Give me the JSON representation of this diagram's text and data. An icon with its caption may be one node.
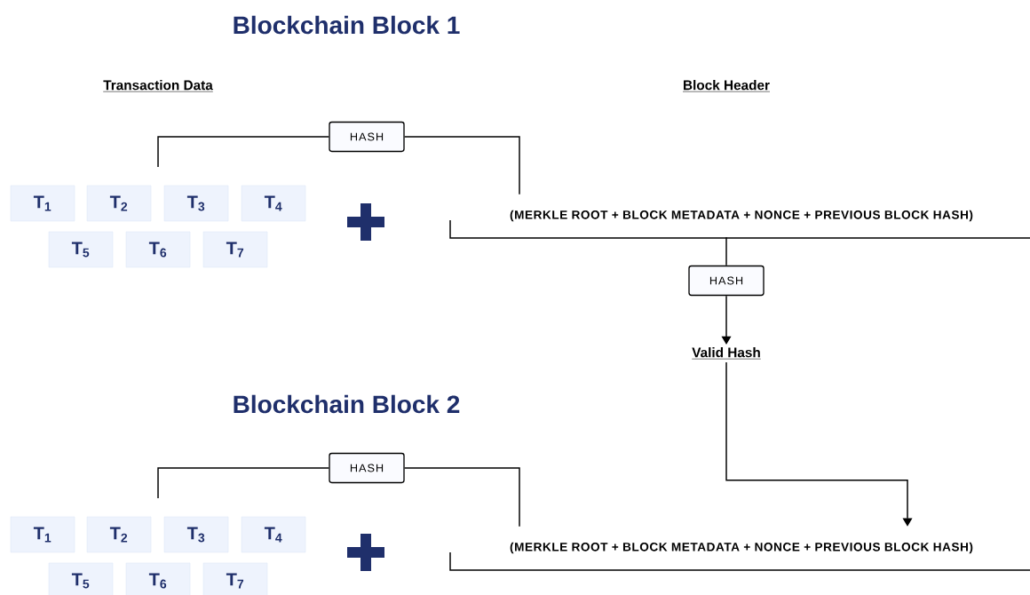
{
  "diagram": {
    "nodes": [
      {
        "text": [
          "T$_{1}$"
        ]
      },
      {
        "text": [
          "T$_{2}$"
        ]
      },
      {
        "text": [
          "T$_{3}$"
        ]
      },
      {
        "text": [
          "T$_{4}$"
        ]
      },
      {
        "text": [
          "T$_{5}$"
        ]
      },
      {
        "text": [
          "T$_{6}$"
        ]
      },
      {
        "text": [
          "T$_{7}$"
        ]
      },
      {
        "text": [
          "HASH"
        ]
      },
      {
        "text": [
          "(MERKLE ROOT + BLOCK METADATA + NONCE + PREVIOUS BLOCK HASH)"
        ]
      },
      {
        "text": [
          "HASH"
        ]
      },
      {
        "text": [
          "Valid Hash"
        ]
      },
      {
        "text": [
          "T$_{1}$"
        ]
      },
      {
        "text": [
          "T$_{2}$"
        ]
      },
      {
        "text": [
          "T$_{3}$"
        ]
      },
      {
        "text": [
          "T$_{4}$"
        ]
      },
      {
        "text": [
          "T$_{5}$"
        ]
      },
      {
        "text": [
          "T$_{6}$"
        ]
      },
      {
        "text": [
          "T$_{7}$"
        ]
      },
      {
        "text": [
          "HASH"
        ]
      },
      {
        "text": [
          "(MERKLE ROOT + BLOCK METADATA + NONCE + PREVIOUS BLOCK HASH)"
        ]
      }
    ],
    "edges": [
      {
        "from": null,
        "to": 7,
        "arrow": "none"
      },
      {
        "from": 7,
        "to": 8,
        "arrow": "none"
      },
      {
        "from": 8,
        "to": 9,
        "arrow": "none"
      },
      {
        "from": 9,
        "to": 10,
        "arrow": "to"
      },
      {
        "from": 10,
        "to": 19,
        "arrow": "to"
      },
      {
        "from": null,
        "to": 18,
        "arrow": "none"
      },
      {
        "from": 18,
        "to": 19,
        "arrow": "none"
      }
    ],
    "labels": [
      "Blockchain Block 1",
      "Transaction Data",
      "Block Header",
      "Blockchain Block 2"
    ]
  }
}
